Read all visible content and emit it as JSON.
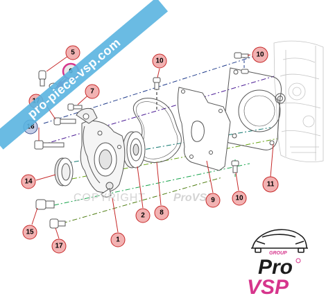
{
  "watermark": {
    "banner_text": "pro-piece-vsp.com",
    "copyright_text": "COPYRIGHT",
    "copyright_brand": "ProVSP"
  },
  "logo": {
    "group_label": "GROUP",
    "word_top": "Pro",
    "word_bottom": "VSP"
  },
  "colors": {
    "callout_fill": "#f2b2b2",
    "callout_fill_highlight": "#e8e8e8",
    "highlight_ring": "#d6358c",
    "leader_red": "#c62828",
    "banner": "#5ab4e0",
    "logo_dark": "#1c1c1c",
    "logo_pink": "#d6358c"
  },
  "callouts": [
    {
      "id": "5",
      "label": "5"
    },
    {
      "id": "6",
      "label": "6",
      "highlight": true
    },
    {
      "id": "7",
      "label": "7"
    },
    {
      "id": "17a",
      "label": "17"
    },
    {
      "id": "16",
      "label": "16",
      "alt_color": true
    },
    {
      "id": "14",
      "label": "14"
    },
    {
      "id": "15",
      "label": "15"
    },
    {
      "id": "17b",
      "label": "17"
    },
    {
      "id": "1",
      "label": "1"
    },
    {
      "id": "2",
      "label": "2"
    },
    {
      "id": "8",
      "label": "8"
    },
    {
      "id": "10a",
      "label": "10"
    },
    {
      "id": "9",
      "label": "9"
    },
    {
      "id": "10b",
      "label": "10"
    },
    {
      "id": "10c",
      "label": "10"
    },
    {
      "id": "11",
      "label": "11"
    }
  ]
}
